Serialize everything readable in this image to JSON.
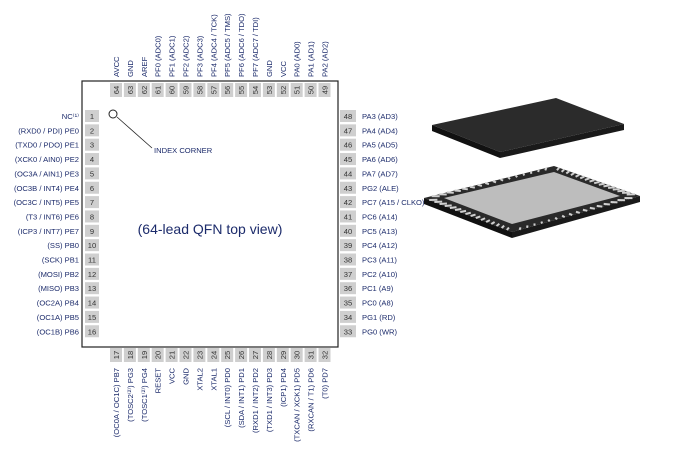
{
  "diagram": {
    "title": "(64-lead QFN top view)",
    "index_corner_label": "INDEX CORNER",
    "colors": {
      "text": "#1c2b6b",
      "pin_box": "#cfcfcf",
      "chip_dark": "#2a2a2a",
      "chip_light": "#b8b8b8"
    },
    "pins_left": [
      {
        "num": "1",
        "name": "NC⁽¹⁾"
      },
      {
        "num": "2",
        "name": "(RXD0 / PDI) PE0"
      },
      {
        "num": "3",
        "name": "(TXD0 / PDO) PE1"
      },
      {
        "num": "4",
        "name": "(XCK0 / AIN0) PE2"
      },
      {
        "num": "5",
        "name": "(OC3A / AIN1) PE3"
      },
      {
        "num": "6",
        "name": "(OC3B / INT4) PE4"
      },
      {
        "num": "7",
        "name": "(OC3C / INT5) PE5"
      },
      {
        "num": "8",
        "name": "(T3 / INT6) PE6"
      },
      {
        "num": "9",
        "name": "(ICP3 / INT7) PE7"
      },
      {
        "num": "10",
        "name": "(SS) PB0"
      },
      {
        "num": "11",
        "name": "(SCK) PB1"
      },
      {
        "num": "12",
        "name": "(MOSI) PB2"
      },
      {
        "num": "13",
        "name": "(MISO) PB3"
      },
      {
        "num": "14",
        "name": "(OC2A) PB4"
      },
      {
        "num": "15",
        "name": "(OC1A) PB5"
      },
      {
        "num": "16",
        "name": "(OC1B) PB6"
      }
    ],
    "pins_bottom": [
      {
        "num": "17",
        "name": "(OC0A / OC1C) PB7"
      },
      {
        "num": "18",
        "name": "(TOSC2⁽²⁾) PG3"
      },
      {
        "num": "19",
        "name": "(TOSC1⁽²⁾) PG4"
      },
      {
        "num": "20",
        "name": "RESET"
      },
      {
        "num": "21",
        "name": "VCC"
      },
      {
        "num": "22",
        "name": "GND"
      },
      {
        "num": "23",
        "name": "XTAL2"
      },
      {
        "num": "24",
        "name": "XTAL1"
      },
      {
        "num": "25",
        "name": "(SCL / INT0) PD0"
      },
      {
        "num": "26",
        "name": "(SDA / INT1) PD1"
      },
      {
        "num": "27",
        "name": "(RXD1 / INT2) PD2"
      },
      {
        "num": "28",
        "name": "(TXD1 / INT3) PD3"
      },
      {
        "num": "29",
        "name": "(ICP1) PD4"
      },
      {
        "num": "30",
        "name": "(TXCAN / XCK1) PD5"
      },
      {
        "num": "31",
        "name": "(RXCAN / T1) PD6"
      },
      {
        "num": "32",
        "name": "(T0) PD7"
      }
    ],
    "pins_right": [
      {
        "num": "48",
        "name": "PA3 (AD3)"
      },
      {
        "num": "47",
        "name": "PA4 (AD4)"
      },
      {
        "num": "46",
        "name": "PA5 (AD5)"
      },
      {
        "num": "45",
        "name": "PA6 (AD6)"
      },
      {
        "num": "44",
        "name": "PA7 (AD7)"
      },
      {
        "num": "43",
        "name": "PG2 (ALE)"
      },
      {
        "num": "42",
        "name": "PC7 (A15 / CLKO)"
      },
      {
        "num": "41",
        "name": "PC6 (A14)"
      },
      {
        "num": "40",
        "name": "PC5 (A13)"
      },
      {
        "num": "39",
        "name": "PC4 (A12)"
      },
      {
        "num": "38",
        "name": "PC3 (A11)"
      },
      {
        "num": "37",
        "name": "PC2 (A10)"
      },
      {
        "num": "36",
        "name": "PC1 (A9)"
      },
      {
        "num": "35",
        "name": "PC0 (A8)"
      },
      {
        "num": "34",
        "name": "PG1 (RD)"
      },
      {
        "num": "33",
        "name": "PG0 (WR)"
      }
    ],
    "pins_top": [
      {
        "num": "64",
        "name": "AVCC"
      },
      {
        "num": "63",
        "name": "GND"
      },
      {
        "num": "62",
        "name": "AREF"
      },
      {
        "num": "61",
        "name": "PF0 (ADC0)"
      },
      {
        "num": "60",
        "name": "PF1 (ADC1)"
      },
      {
        "num": "59",
        "name": "PF2 (ADC2)"
      },
      {
        "num": "58",
        "name": "PF3 (ADC3)"
      },
      {
        "num": "57",
        "name": "PF4 (ADC4 / TCK)"
      },
      {
        "num": "56",
        "name": "PF5 (ADC5 / TMS)"
      },
      {
        "num": "55",
        "name": "PF6 (ADC6 / TDO)"
      },
      {
        "num": "54",
        "name": "PF7 (ADC7 / TDI)"
      },
      {
        "num": "53",
        "name": "GND"
      },
      {
        "num": "52",
        "name": "VCC"
      },
      {
        "num": "51",
        "name": "PA0 (AD0)"
      },
      {
        "num": "50",
        "name": "PA1 (AD1)"
      },
      {
        "num": "49",
        "name": "PA2 (AD2)"
      }
    ]
  }
}
